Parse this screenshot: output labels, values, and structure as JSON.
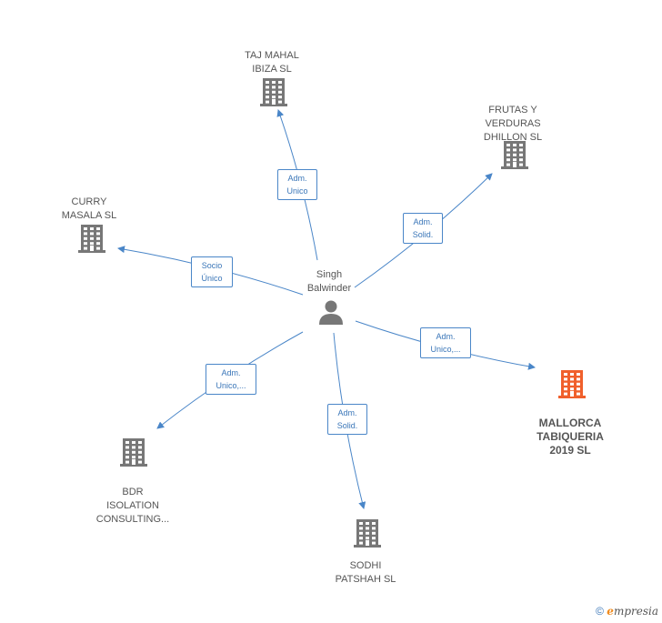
{
  "center": {
    "label": "Singh\nBalwinder",
    "icon": "person-icon"
  },
  "nodes": [
    {
      "id": "taj",
      "label": "TAJ MAHAL\nIBIZA  SL",
      "icon": "building-icon",
      "color": "#777777"
    },
    {
      "id": "frutas",
      "label": "FRUTAS Y\nVERDURAS\nDHILLON  SL",
      "icon": "building-icon",
      "color": "#777777"
    },
    {
      "id": "curry",
      "label": "CURRY\nMASALA SL",
      "icon": "building-icon",
      "color": "#777777"
    },
    {
      "id": "mallorca",
      "label": "MALLORCA\nTABIQUERIA\n2019  SL",
      "icon": "building-icon",
      "color": "#f0602c"
    },
    {
      "id": "bdr",
      "label": "BDR\nISOLATION\nCONSULTING...",
      "icon": "building-icon",
      "color": "#777777"
    },
    {
      "id": "sodhi",
      "label": "SODHI\nPATSHAH  SL",
      "icon": "building-icon",
      "color": "#777777"
    }
  ],
  "edges": [
    {
      "to": "taj",
      "label": "Adm.\nUnico"
    },
    {
      "to": "frutas",
      "label": "Adm.\nSolid."
    },
    {
      "to": "curry",
      "label": "Socio\nÚnico"
    },
    {
      "to": "mallorca",
      "label": "Adm.\nUnico,..."
    },
    {
      "to": "bdr",
      "label": "Adm.\nUnico,..."
    },
    {
      "to": "sodhi",
      "label": "Adm.\nSolid."
    }
  ],
  "watermark": {
    "copyright": "©",
    "brand_e": "e",
    "brand_rest": "mpresia"
  },
  "colors": {
    "edge": "#4a86c8",
    "node": "#777777",
    "highlight": "#f0602c"
  }
}
